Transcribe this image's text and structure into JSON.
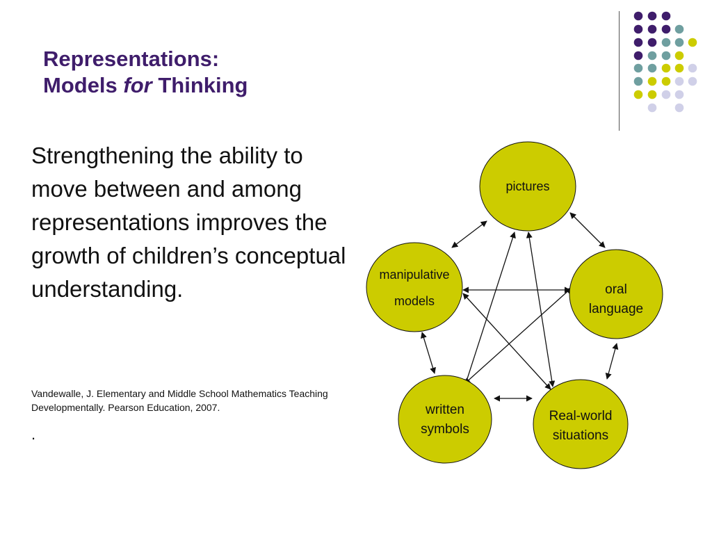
{
  "title": {
    "line1": "Representations:",
    "line2_a": "Models ",
    "line2_em": "for",
    "line2_b": " Thinking"
  },
  "body_text": "Strengthening the ability to move between and among representations improves the growth of children’s conceptual understanding.",
  "citation": "Vandewalle, J. Elementary and Middle School Mathematics Teaching Developmentally. Pearson Education, 2007.",
  "trailing_mark": ".",
  "colors": {
    "title": "#3f1d6b",
    "node_fill": "#cccc00",
    "dot_purple": "#3f1d6b",
    "dot_teal": "#6f9fa0",
    "dot_yellow": "#cccc00",
    "dot_lavender": "#d0d0e8"
  },
  "diagram": {
    "nodes": [
      {
        "id": "pictures",
        "lines": [
          "pictures"
        ]
      },
      {
        "id": "manipulative-models",
        "lines": [
          "manipulative",
          "models"
        ]
      },
      {
        "id": "oral-language",
        "lines": [
          "oral",
          "language"
        ]
      },
      {
        "id": "written-symbols",
        "lines": [
          "written",
          "symbols"
        ]
      },
      {
        "id": "real-world-situations",
        "lines": [
          "Real-world",
          "situations"
        ]
      }
    ],
    "edges": [
      [
        "pictures",
        "manipulative-models"
      ],
      [
        "pictures",
        "oral-language"
      ],
      [
        "pictures",
        "written-symbols"
      ],
      [
        "pictures",
        "real-world-situations"
      ],
      [
        "manipulative-models",
        "oral-language"
      ],
      [
        "manipulative-models",
        "written-symbols"
      ],
      [
        "manipulative-models",
        "real-world-situations"
      ],
      [
        "oral-language",
        "written-symbols"
      ],
      [
        "oral-language",
        "real-world-situations"
      ],
      [
        "written-symbols",
        "real-world-situations"
      ]
    ]
  }
}
